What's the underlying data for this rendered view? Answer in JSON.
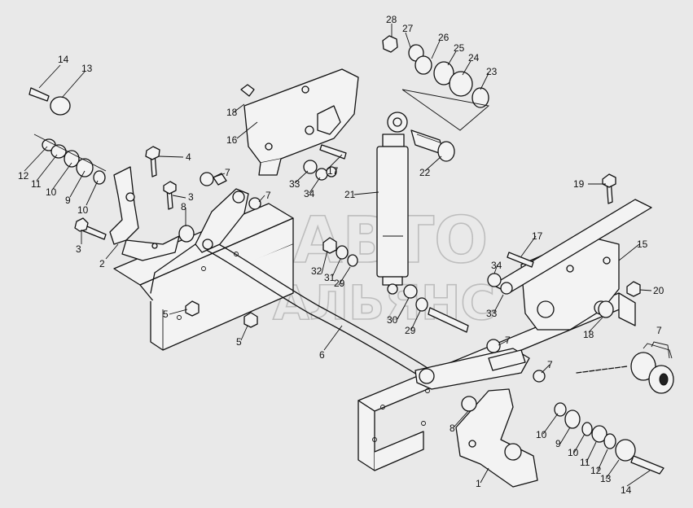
{
  "watermark": {
    "line1": "АВТО",
    "line2": "АЛЬЯНС"
  },
  "callouts": [
    {
      "id": "c14a",
      "text": "14"
    },
    {
      "id": "c13a",
      "text": "13"
    },
    {
      "id": "c12a",
      "text": "12"
    },
    {
      "id": "c11a",
      "text": "11"
    },
    {
      "id": "c10a",
      "text": "10"
    },
    {
      "id": "c9a",
      "text": "9"
    },
    {
      "id": "c10b",
      "text": "10"
    },
    {
      "id": "c4",
      "text": "4"
    },
    {
      "id": "c3a",
      "text": "3"
    },
    {
      "id": "c3b",
      "text": "3"
    },
    {
      "id": "c2",
      "text": "2"
    },
    {
      "id": "c8a",
      "text": "8"
    },
    {
      "id": "c7a",
      "text": "7"
    },
    {
      "id": "c7b",
      "text": "7"
    },
    {
      "id": "c5a",
      "text": "5"
    },
    {
      "id": "c5b",
      "text": "5"
    },
    {
      "id": "c6",
      "text": "6"
    },
    {
      "id": "c18a",
      "text": "18"
    },
    {
      "id": "c16",
      "text": "16"
    },
    {
      "id": "c33a",
      "text": "33"
    },
    {
      "id": "c34a",
      "text": "34"
    },
    {
      "id": "c17a",
      "text": "17"
    },
    {
      "id": "c28",
      "text": "28"
    },
    {
      "id": "c27",
      "text": "27"
    },
    {
      "id": "c26",
      "text": "26"
    },
    {
      "id": "c25",
      "text": "25"
    },
    {
      "id": "c24",
      "text": "24"
    },
    {
      "id": "c23",
      "text": "23"
    },
    {
      "id": "c22",
      "text": "22"
    },
    {
      "id": "c21",
      "text": "21"
    },
    {
      "id": "c32",
      "text": "32"
    },
    {
      "id": "c31",
      "text": "31"
    },
    {
      "id": "c29a",
      "text": "29"
    },
    {
      "id": "c30",
      "text": "30"
    },
    {
      "id": "c29b",
      "text": "29"
    },
    {
      "id": "c19",
      "text": "19"
    },
    {
      "id": "c17b",
      "text": "17"
    },
    {
      "id": "c15",
      "text": "15"
    },
    {
      "id": "c34b",
      "text": "34"
    },
    {
      "id": "c33b",
      "text": "33"
    },
    {
      "id": "c20",
      "text": "20"
    },
    {
      "id": "c18b",
      "text": "18"
    },
    {
      "id": "c7c",
      "text": "7"
    },
    {
      "id": "c7d",
      "text": "7"
    },
    {
      "id": "c7e",
      "text": "7"
    },
    {
      "id": "c8b",
      "text": "8"
    },
    {
      "id": "c10c",
      "text": "10"
    },
    {
      "id": "c9b",
      "text": "9"
    },
    {
      "id": "c10d",
      "text": "10"
    },
    {
      "id": "c11b",
      "text": "11"
    },
    {
      "id": "c12b",
      "text": "12"
    },
    {
      "id": "c13b",
      "text": "13"
    },
    {
      "id": "c14b",
      "text": "14"
    },
    {
      "id": "c1",
      "text": "1"
    }
  ]
}
